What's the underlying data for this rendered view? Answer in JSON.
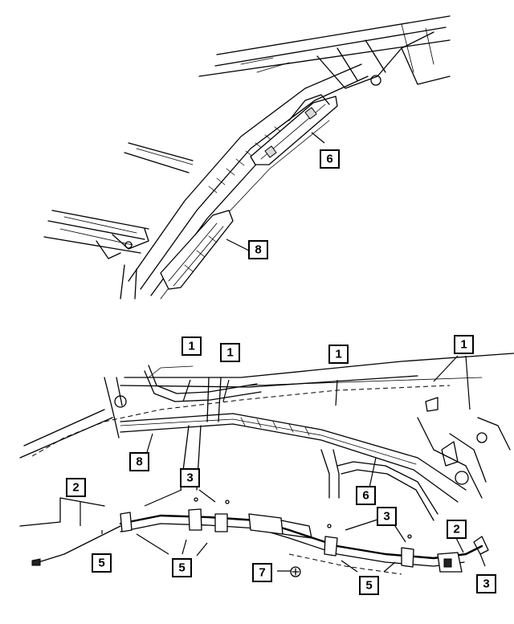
{
  "callouts": [
    {
      "id": "c6-top",
      "label": "6"
    },
    {
      "id": "c8-top",
      "label": "8"
    },
    {
      "id": "c1-a",
      "label": "1"
    },
    {
      "id": "c1-b",
      "label": "1"
    },
    {
      "id": "c1-c",
      "label": "1"
    },
    {
      "id": "c1-d",
      "label": "1"
    },
    {
      "id": "c2-left",
      "label": "2"
    },
    {
      "id": "c8-bottom",
      "label": "8"
    },
    {
      "id": "c3-left",
      "label": "3"
    },
    {
      "id": "c6-bottom",
      "label": "6"
    },
    {
      "id": "c3-mid",
      "label": "3"
    },
    {
      "id": "c2-right",
      "label": "2"
    },
    {
      "id": "c5-left",
      "label": "5"
    },
    {
      "id": "c5-mid",
      "label": "5"
    },
    {
      "id": "c7",
      "label": "7"
    },
    {
      "id": "c5-right",
      "label": "5"
    },
    {
      "id": "c3-right",
      "label": "3"
    }
  ]
}
